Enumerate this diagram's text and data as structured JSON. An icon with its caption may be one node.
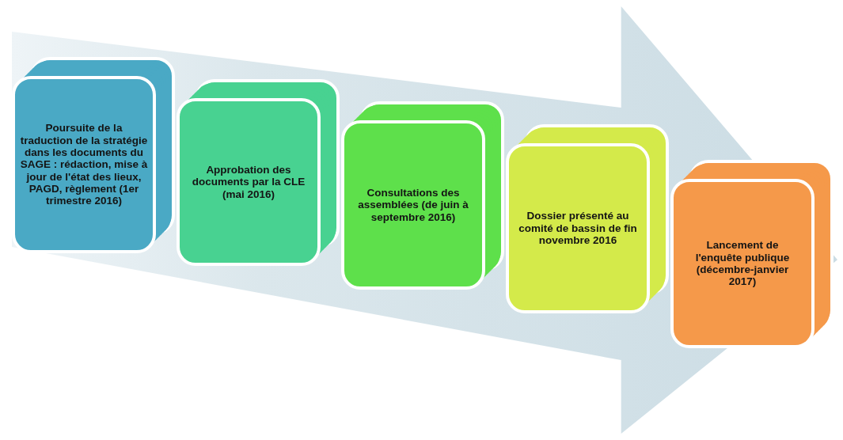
{
  "diagram": {
    "nodes": [
      {
        "text": [],
        "shape": "arrow"
      },
      {
        "text": [
          "Poursuite de la traduction de la stratégie dans les documents du SAGE : rédaction, mise à jour de l'état des lieux, PAGD, règlement (1er trimestre 2016)"
        ],
        "in": 0
      },
      {
        "text": [
          "Approbation des documents par la CLE (mai 2016)"
        ],
        "in": 0
      },
      {
        "text": [
          "Consultations des assemblées (de juin à septembre 2016)"
        ],
        "in": 0
      },
      {
        "text": [
          "Dossier présenté au comité de bassin de fin novembre 2016"
        ],
        "in": 0
      },
      {
        "text": [
          "Lancement de l'enquête publique (décembre-janvier 2017)"
        ],
        "in": 0
      }
    ]
  }
}
